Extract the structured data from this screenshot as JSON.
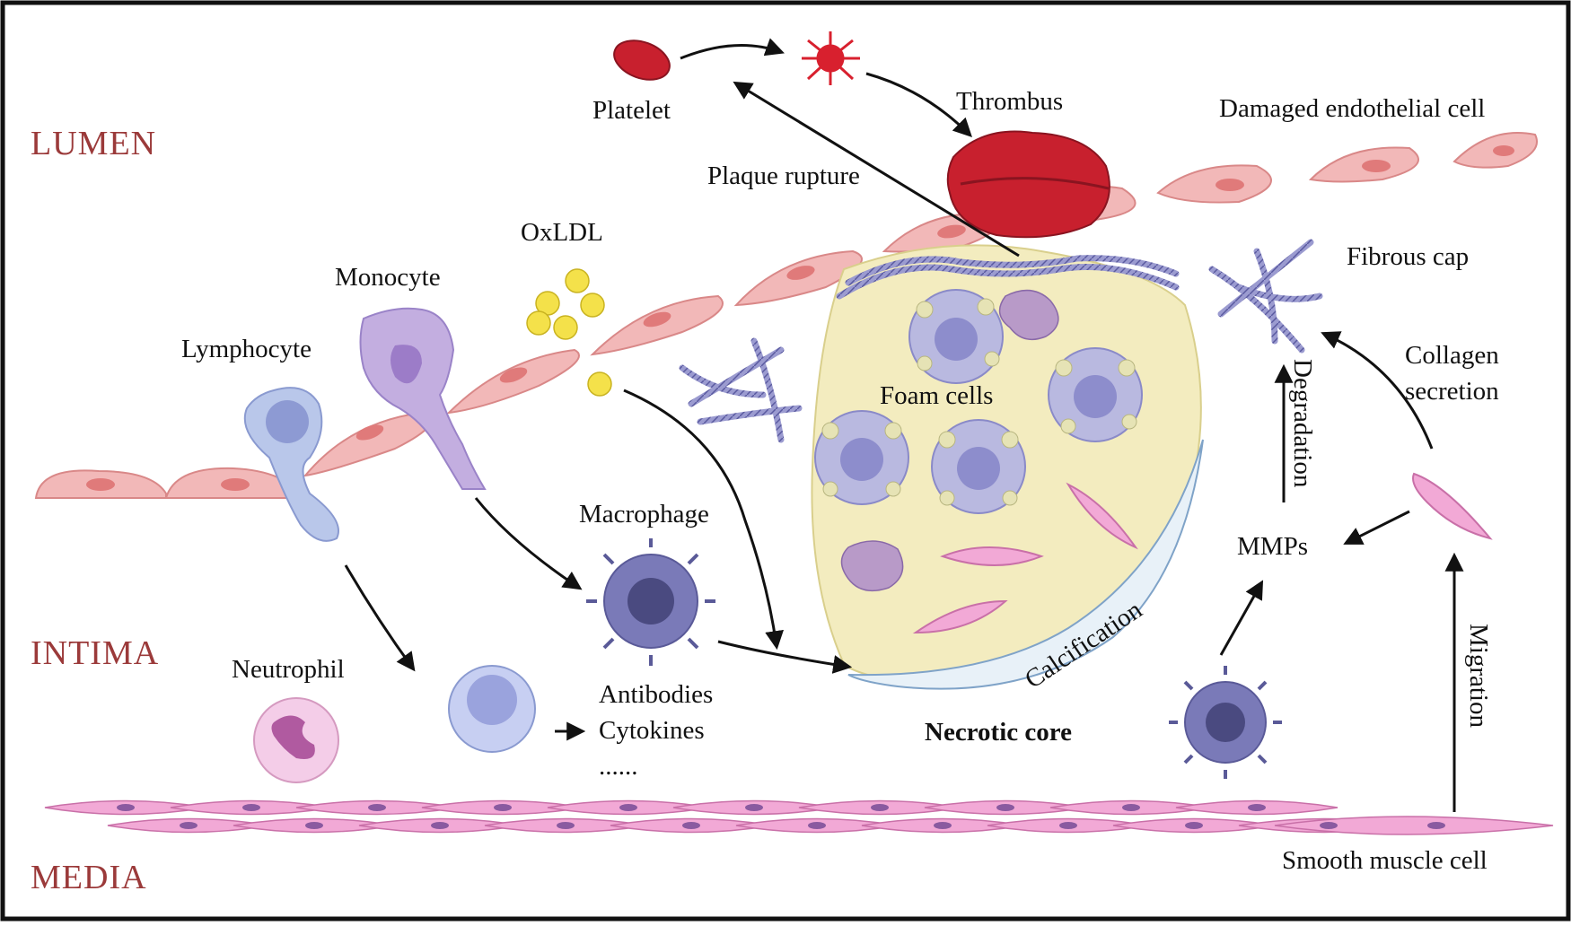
{
  "regions": {
    "lumen": "LUMEN",
    "intima": "INTIMA",
    "media": "MEDIA"
  },
  "labels": {
    "platelet": "Platelet",
    "thrombus": "Thrombus",
    "damaged_endothelial_cell": "Damaged endothelial cell",
    "plaque_rupture": "Plaque rupture",
    "oxldl": "OxLDL",
    "monocyte": "Monocyte",
    "lymphocyte": "Lymphocyte",
    "fibrous_cap": "Fibrous cap",
    "foam_cells": "Foam cells",
    "degradation": "Degradation",
    "collagen_secretion_1": "Collagen",
    "collagen_secretion_2": "secretion",
    "macrophage": "Macrophage",
    "mmps": "MMPs",
    "calcification": "Calcification",
    "neutrophil": "Neutrophil",
    "antibodies": "Antibodies",
    "cytokines": "Cytokines",
    "ellipsis": "......",
    "necrotic_core": "Necrotic core",
    "migration": "Migration",
    "smooth_muscle_cell": "Smooth muscle cell"
  },
  "colors": {
    "region_text": "#9b3a3a",
    "endothelial": "#f2b8b8",
    "endothelial_nucleus": "#e07a7a",
    "plaque": "#f3ecbf",
    "calcification": "#e8f1f8",
    "foam_cell": "#b9b9e0",
    "macrophage": "#6b6ba8",
    "thrombus": "#c8202e",
    "smooth_muscle": "#ee9ad0",
    "oxldl": "#f4e14a"
  }
}
